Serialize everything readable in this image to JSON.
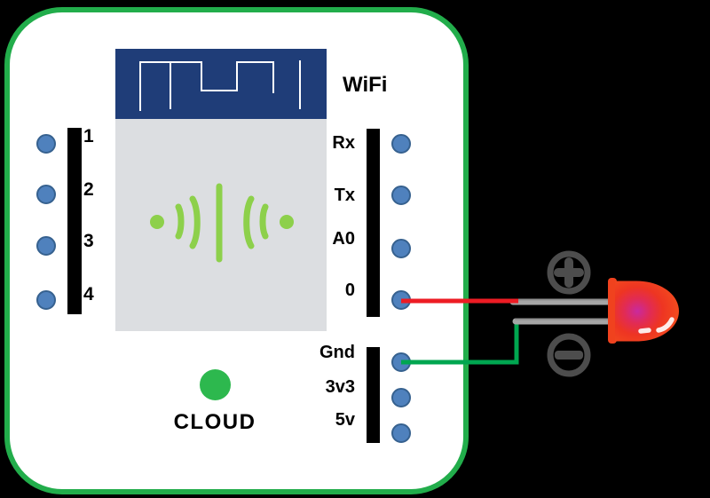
{
  "scene": {
    "background_color": "#000000"
  },
  "board": {
    "wifi_label": "WiFi",
    "cloud_label": "CLOUD",
    "colors": {
      "border_green": "#22ad4b",
      "banner_navy": "#1f3d78",
      "chip_gray": "#dcdee1",
      "pin_blue": "#4f81bd",
      "pin_border_blue": "#36618f",
      "signal_wave_green": "#8dd04b",
      "cloud_dot_green": "#2db84e",
      "header_bar_black": "#000000"
    },
    "left_pins": [
      {
        "label": "1"
      },
      {
        "label": "2"
      },
      {
        "label": "3"
      },
      {
        "label": "4"
      }
    ],
    "io_pins": [
      {
        "label": "Rx"
      },
      {
        "label": "Tx"
      },
      {
        "label": "A0"
      },
      {
        "label": "0"
      }
    ],
    "power_pins": [
      {
        "label": "Gnd"
      },
      {
        "label": "3v3"
      },
      {
        "label": "5v"
      }
    ]
  },
  "led": {
    "positive_symbol": "+",
    "negative_symbol": "−",
    "colors": {
      "body_red": "#f0421e",
      "glow_magenta": "#c92a9e",
      "lead_gray": "#a6a6a6",
      "polarity_badge_gray": "#4d4d4d",
      "anode_wire_red": "#ed1c24",
      "cathode_wire_green": "#00a650"
    },
    "connections": [
      {
        "from_pin": "0",
        "to": "led-anode",
        "wire_color": "#ed1c24"
      },
      {
        "from_pin": "Gnd",
        "to": "led-cathode",
        "wire_color": "#00a650"
      }
    ]
  },
  "icons": {
    "square-wave-icon": "digital signal trace on antenna banner",
    "signal-wave-icon": "wireless signal waves",
    "plus-polarity-icon": "+",
    "minus-polarity-icon": "−",
    "cloud-led-icon": "green status dot",
    "led-icon": "red LED"
  }
}
